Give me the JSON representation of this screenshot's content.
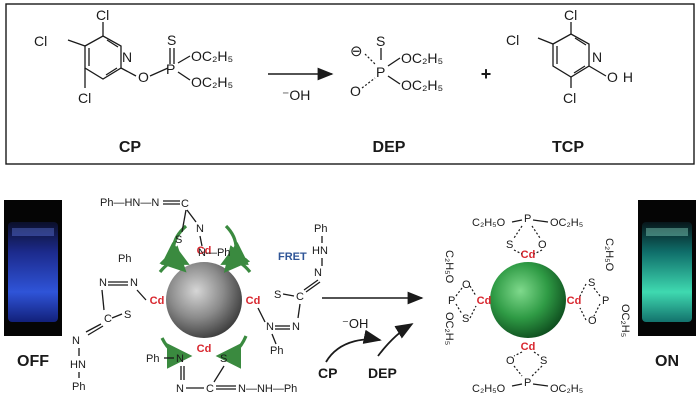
{
  "reaction": {
    "cp_label": "CP",
    "dep_label": "DEP",
    "tcp_label": "TCP",
    "catalyst": "⁻OH",
    "plus": "+",
    "atoms": {
      "cl": "Cl",
      "n": "N",
      "o": "O",
      "s": "S",
      "p": "P",
      "oh": "OH",
      "h": "H",
      "oet": "OC₂H₅",
      "neg": "⊖"
    }
  },
  "scheme": {
    "off_label": "OFF",
    "on_label": "ON",
    "fret_label": "FRET",
    "catalyst": "⁻OH",
    "cp": "CP",
    "dep": "DEP",
    "cd": "Cd",
    "ligand": {
      "ph": "Ph",
      "ph_hn_n": "Ph—HN—N",
      "n_nh_ph": "N—NH—Ph",
      "hn": "HN",
      "nh": "HN",
      "n": "N",
      "s": "S",
      "c": "C",
      "n_ph": "N—Ph"
    },
    "dep_ligand": {
      "c2h5o": "C₂H₅O",
      "oc2h5": "OC₂H₅",
      "c2h5o_v": "C₂H₅O",
      "oc2h5_v": "OC₂H₅",
      "p": "P",
      "o": "O",
      "s": "S"
    }
  },
  "colors": {
    "arrow_green": "#3a8a3f",
    "cd_red": "#d8262e",
    "fret_blue": "#2f5597",
    "qd_off": "#7c7c7c",
    "qd_on": "#2e9a45",
    "vial_off": "#3a5cf0",
    "vial_on": "#36d2a6"
  }
}
